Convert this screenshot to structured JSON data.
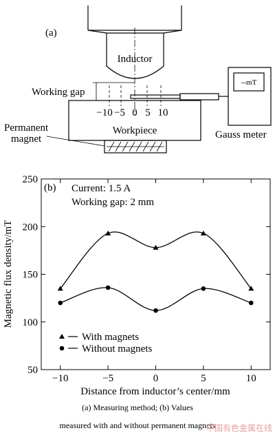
{
  "diagram": {
    "panel_label": "(a)",
    "inductor_label": "Inductor",
    "working_gap_label": "Working gap",
    "workpiece_label": "Workpiece",
    "magnet_label_line1": "Permanent",
    "magnet_label_line2": "magnet",
    "gauss_meter_label": "Gauss meter",
    "meter_display": "--mT",
    "scale_ticks": [
      "−10",
      "−5",
      "0",
      "5",
      "10"
    ]
  },
  "chart_data": {
    "type": "line",
    "panel_label": "(b)",
    "annotations": [
      "Current: 1.5 A",
      "Working gap: 2 mm"
    ],
    "xlabel": "Distance from inductor’s center/mm",
    "ylabel": "Magnetic flux density/mT",
    "xlim": [
      -12,
      12
    ],
    "ylim": [
      50,
      250
    ],
    "xticks": [
      -10,
      -5,
      0,
      5,
      10
    ],
    "yticks": [
      50,
      100,
      150,
      200,
      250
    ],
    "legend_position": "bottom-left",
    "series": [
      {
        "name": "With magnets",
        "marker": "triangle",
        "x": [
          -10,
          -5,
          0,
          5,
          10
        ],
        "y": [
          135,
          193,
          178,
          193,
          135
        ]
      },
      {
        "name": "Without magnets",
        "marker": "circle",
        "x": [
          -10,
          -5,
          0,
          5,
          10
        ],
        "y": [
          120,
          136,
          112,
          135,
          120
        ]
      }
    ]
  },
  "caption": {
    "line1": "(a) Measuring method; (b) Values",
    "line2": "measured with and without permanent magnets"
  },
  "watermark": "中国有色金属在线"
}
